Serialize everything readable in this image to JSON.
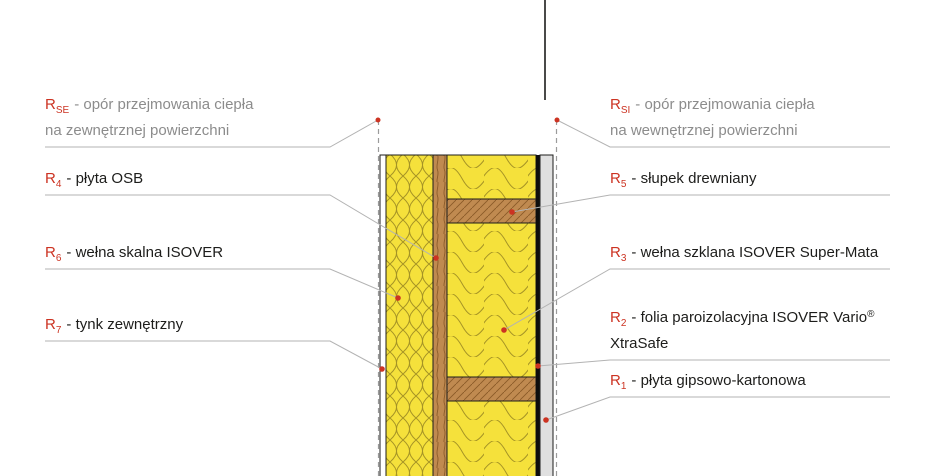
{
  "colors": {
    "accent_red": "#cc3322",
    "text_gray": "#8c8c8c",
    "text_dark": "#1d1d1b",
    "insulation_yellow": "#f5e13b",
    "wood_brown": "#c08a50",
    "wood_grain": "#8a5a28",
    "gypsum_gray": "#e0e0e0",
    "foil_black": "#0d0d0d",
    "leader_gray": "#b3b3b3",
    "outline_dark": "#1d1d1b"
  },
  "labels_left": [
    {
      "r": "R",
      "sub": "SE",
      "line1": "- opór przejmowania ciepła",
      "line2": "na zewnętrznej powierzchni"
    },
    {
      "r": "R",
      "sub": "4",
      "line1": "- płyta OSB"
    },
    {
      "r": "R",
      "sub": "6",
      "line1": "- wełna skalna ISOVER"
    },
    {
      "r": "R",
      "sub": "7",
      "line1": "- tynk zewnętrzny"
    }
  ],
  "labels_right": [
    {
      "r": "R",
      "sub": "SI",
      "line1": "- opór przejmowania ciepła",
      "line2": "na wewnętrznej powierzchni"
    },
    {
      "r": "R",
      "sub": "5",
      "line1": "- słupek drewniany"
    },
    {
      "r": "R",
      "sub": "3",
      "line1": "- wełna szklana ISOVER Super-Mata"
    },
    {
      "r": "R",
      "sub": "2",
      "line1": "- folia paroizolacyjna ISOVER Vario",
      "sup": "®",
      "line2": "XtraSafe"
    },
    {
      "r": "R",
      "sub": "1",
      "line1": "- płyta gipsowo-kartonowa"
    }
  ]
}
